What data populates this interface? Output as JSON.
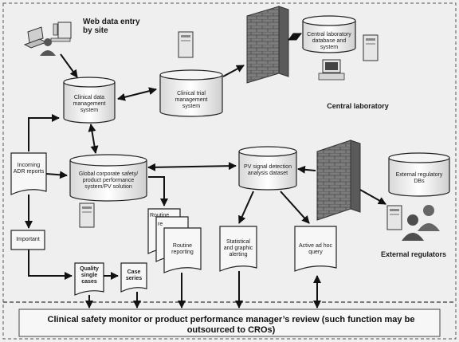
{
  "nodes": {
    "web_data_entry": "Web data entry by site",
    "clinical_data_mgmt": "Clinical data management system",
    "clinical_trial_mgmt": "Clinical trial management system",
    "central_lab_db": "Central laboratory database and system",
    "central_laboratory": "Central laboratory",
    "incoming_adr": "Incoming ADR reports",
    "global_safety": "Global corporate safety/ product performance system/PV solution",
    "pv_signal": "PV signal detection analysis dataset",
    "external_regulatory_dbs": "External regulatory DBs",
    "important": "Important",
    "routine_back": "Routine",
    "routine_back2": "re",
    "routine_reporting": "Routine reporting",
    "statistical_alerting": "Statistical and graphic alerting",
    "active_adhoc": "Active ad hoc query",
    "external_regulators": "External regulators",
    "quality_single_cases": "Quality single cases",
    "case_series": "Case series"
  },
  "footer": "Clinical safety monitor or product performance manager’s review (such function may be outsourced to CROs)"
}
